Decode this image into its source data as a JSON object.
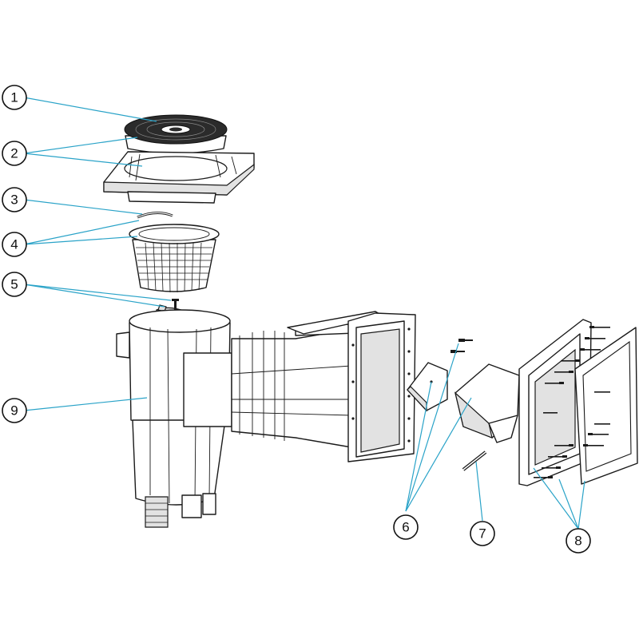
{
  "callouts": [
    {
      "id": "1",
      "label": "1"
    },
    {
      "id": "2",
      "label": "2"
    },
    {
      "id": "3",
      "label": "3"
    },
    {
      "id": "4",
      "label": "4"
    },
    {
      "id": "5",
      "label": "5"
    },
    {
      "id": "6",
      "label": "6"
    },
    {
      "id": "7",
      "label": "7"
    },
    {
      "id": "8",
      "label": "8"
    },
    {
      "id": "9",
      "label": "9"
    }
  ],
  "colors": {
    "leader": "#2aa3c8",
    "outline": "#1a1a1a",
    "background": "#ffffff"
  }
}
